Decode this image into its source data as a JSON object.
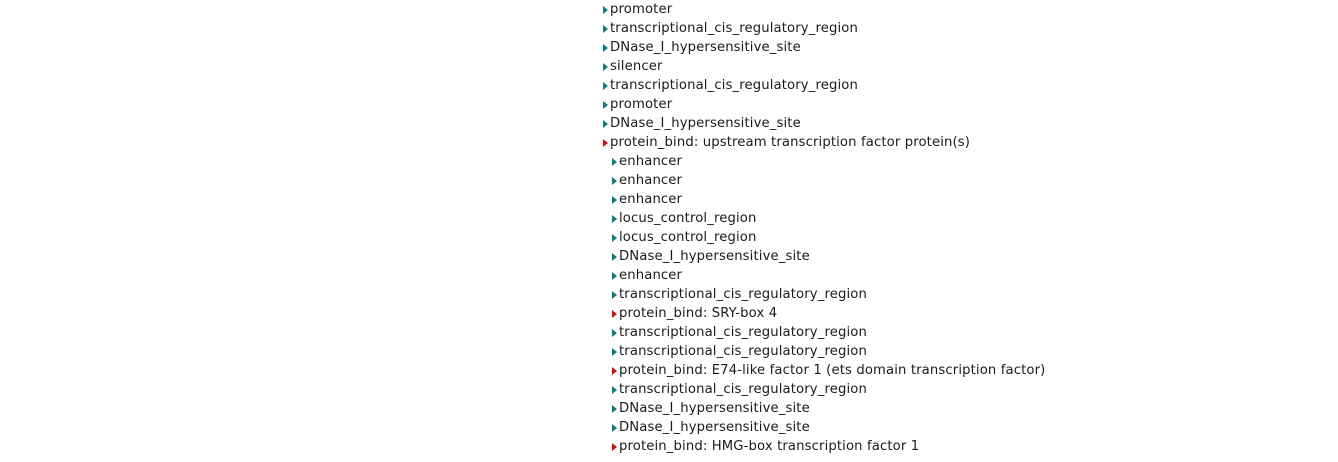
{
  "view": {
    "background_color": "#ffffff",
    "text_color": "#1b1b1b",
    "arrow_color_default": "#0f7b7b",
    "arrow_color_protein_bind": "#cc1111",
    "arrow_icon": "triangle-right-icon"
  },
  "features": [
    {
      "label": "promoter",
      "kind": "promoter",
      "level": 0
    },
    {
      "label": "transcriptional_cis_regulatory_region",
      "kind": "transcriptional_cis_regulatory_region",
      "level": 0
    },
    {
      "label": "DNase_I_hypersensitive_site",
      "kind": "DNase_I_hypersensitive_site",
      "level": 0
    },
    {
      "label": "silencer",
      "kind": "silencer",
      "level": 0
    },
    {
      "label": "transcriptional_cis_regulatory_region",
      "kind": "transcriptional_cis_regulatory_region",
      "level": 0
    },
    {
      "label": "promoter",
      "kind": "promoter",
      "level": 0
    },
    {
      "label": "DNase_I_hypersensitive_site",
      "kind": "DNase_I_hypersensitive_site",
      "level": 0
    },
    {
      "label": "protein_bind: upstream transcription factor protein(s)",
      "kind": "protein_bind",
      "level": 0
    },
    {
      "label": "enhancer",
      "kind": "enhancer",
      "level": 1
    },
    {
      "label": "enhancer",
      "kind": "enhancer",
      "level": 1
    },
    {
      "label": "enhancer",
      "kind": "enhancer",
      "level": 1
    },
    {
      "label": "locus_control_region",
      "kind": "locus_control_region",
      "level": 1
    },
    {
      "label": "locus_control_region",
      "kind": "locus_control_region",
      "level": 1
    },
    {
      "label": "DNase_I_hypersensitive_site",
      "kind": "DNase_I_hypersensitive_site",
      "level": 1
    },
    {
      "label": "enhancer",
      "kind": "enhancer",
      "level": 1
    },
    {
      "label": "transcriptional_cis_regulatory_region",
      "kind": "transcriptional_cis_regulatory_region",
      "level": 1
    },
    {
      "label": "protein_bind: SRY-box 4",
      "kind": "protein_bind",
      "level": 1
    },
    {
      "label": "transcriptional_cis_regulatory_region",
      "kind": "transcriptional_cis_regulatory_region",
      "level": 1
    },
    {
      "label": "transcriptional_cis_regulatory_region",
      "kind": "transcriptional_cis_regulatory_region",
      "level": 1
    },
    {
      "label": "protein_bind: E74-like factor 1 (ets domain transcription factor)",
      "kind": "protein_bind",
      "level": 1
    },
    {
      "label": "transcriptional_cis_regulatory_region",
      "kind": "transcriptional_cis_regulatory_region",
      "level": 1
    },
    {
      "label": "DNase_I_hypersensitive_site",
      "kind": "DNase_I_hypersensitive_site",
      "level": 1
    },
    {
      "label": "DNase_I_hypersensitive_site",
      "kind": "DNase_I_hypersensitive_site",
      "level": 1
    },
    {
      "label": "protein_bind: HMG-box transcription factor 1",
      "kind": "protein_bind",
      "level": 1
    }
  ]
}
